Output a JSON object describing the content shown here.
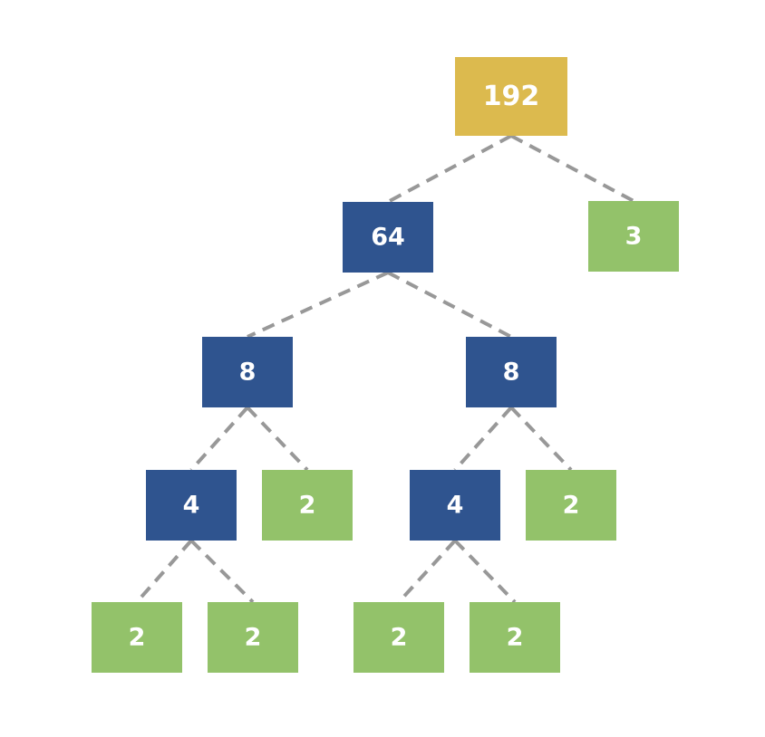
{
  "colors": {
    "root": "#DCBA4E",
    "composite": "#2F548F",
    "prime": "#93C26A",
    "edge": "#989898",
    "label": "#FFFFFF"
  },
  "nodes": [
    {
      "id": "n192",
      "label": "192",
      "kind": "root"
    },
    {
      "id": "n64",
      "label": "64",
      "kind": "composite"
    },
    {
      "id": "n3",
      "label": "3",
      "kind": "prime"
    },
    {
      "id": "n8a",
      "label": "8",
      "kind": "composite"
    },
    {
      "id": "n8b",
      "label": "8",
      "kind": "composite"
    },
    {
      "id": "n4a",
      "label": "4",
      "kind": "composite"
    },
    {
      "id": "n2a",
      "label": "2",
      "kind": "prime"
    },
    {
      "id": "n4b",
      "label": "4",
      "kind": "composite"
    },
    {
      "id": "n2b",
      "label": "2",
      "kind": "prime"
    },
    {
      "id": "n2c",
      "label": "2",
      "kind": "prime"
    },
    {
      "id": "n2d",
      "label": "2",
      "kind": "prime"
    },
    {
      "id": "n2e",
      "label": "2",
      "kind": "prime"
    },
    {
      "id": "n2f",
      "label": "2",
      "kind": "prime"
    }
  ],
  "edges": [
    [
      "n192",
      "n64"
    ],
    [
      "n192",
      "n3"
    ],
    [
      "n64",
      "n8a"
    ],
    [
      "n64",
      "n8b"
    ],
    [
      "n8a",
      "n4a"
    ],
    [
      "n8a",
      "n2a"
    ],
    [
      "n8b",
      "n4b"
    ],
    [
      "n8b",
      "n2b"
    ],
    [
      "n4a",
      "n2c"
    ],
    [
      "n4a",
      "n2d"
    ],
    [
      "n4b",
      "n2e"
    ],
    [
      "n4b",
      "n2f"
    ]
  ]
}
